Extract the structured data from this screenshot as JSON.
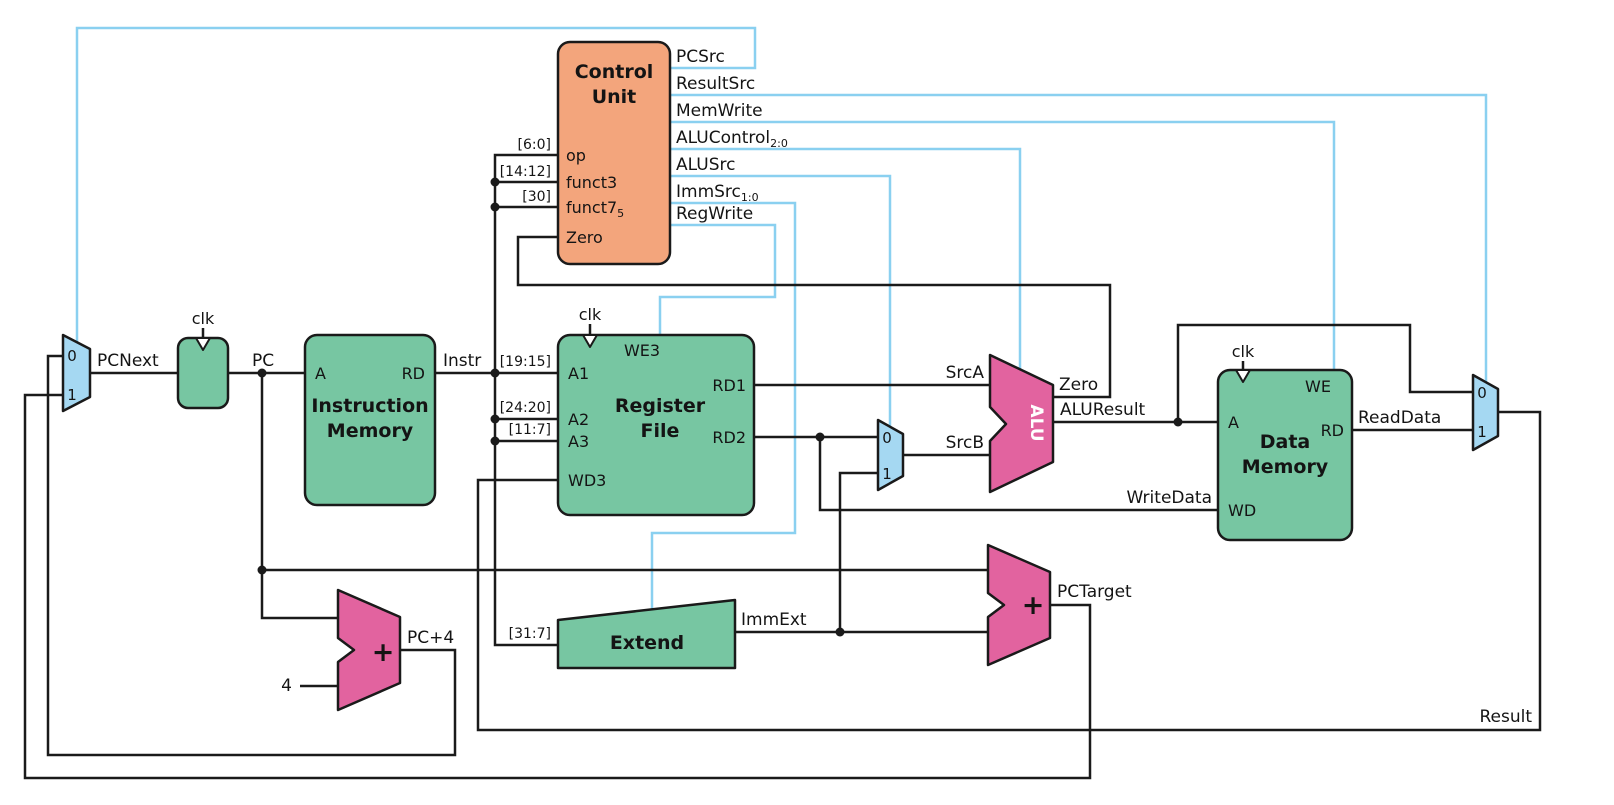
{
  "colors": {
    "green": "#77c6a2",
    "orange": "#f3a57c",
    "pink": "#e2639f",
    "muxblue": "#a5d8f2",
    "ctrl": "#8ad0f0",
    "wire": "#1a1a1a"
  },
  "control_unit": {
    "title_line1": "Control",
    "title_line2": "Unit",
    "inputs": {
      "op": "op",
      "funct3": "funct3",
      "funct7": "funct7",
      "funct7_sub": "5",
      "zero": "Zero"
    },
    "outputs": {
      "pcsrc": "PCSrc",
      "resultsrc": "ResultSrc",
      "memwrite": "MemWrite",
      "alucontrol": "ALUControl",
      "alucontrol_sub": "2:0",
      "alusrc": "ALUSrc",
      "immsrc": "ImmSrc",
      "immsrc_sub": "1:0",
      "regwrite": "RegWrite"
    }
  },
  "blocks": {
    "pc_register": {
      "clk": "clk"
    },
    "instruction_memory": {
      "title_line1": "Instruction",
      "title_line2": "Memory",
      "port_a": "A",
      "port_rd": "RD"
    },
    "register_file": {
      "title_line1": "Register",
      "title_line2": "File",
      "clk": "clk",
      "port_a1": "A1",
      "port_a2": "A2",
      "port_a3": "A3",
      "port_wd3": "WD3",
      "port_we3": "WE3",
      "port_rd1": "RD1",
      "port_rd2": "RD2"
    },
    "extend": {
      "title": "Extend"
    },
    "alu": {
      "title": "ALU"
    },
    "data_memory": {
      "title_line1": "Data",
      "title_line2": "Memory",
      "clk": "clk",
      "port_a": "A",
      "port_wd": "WD",
      "port_we": "WE",
      "port_rd": "RD"
    },
    "pc_adder": {
      "plus": "+"
    },
    "branch_adder": {
      "plus": "+"
    }
  },
  "mux_labels": {
    "in0": "0",
    "in1": "1"
  },
  "bit_slices": {
    "op": "[6:0]",
    "funct3": "[14:12]",
    "funct7": "[30]",
    "a1": "[19:15]",
    "a2": "[24:20]",
    "a3": "[11:7]",
    "imm": "[31:7]"
  },
  "signals": {
    "pcnext": "PCNext",
    "pc": "PC",
    "instr": "Instr",
    "srca": "SrcA",
    "srcb": "SrcB",
    "zero": "Zero",
    "aluresult": "ALUResult",
    "readdata": "ReadData",
    "writedata": "WriteData",
    "immext": "ImmExt",
    "pctarget": "PCTarget",
    "pcplus4": "PC+4",
    "four": "4",
    "result": "Result"
  }
}
